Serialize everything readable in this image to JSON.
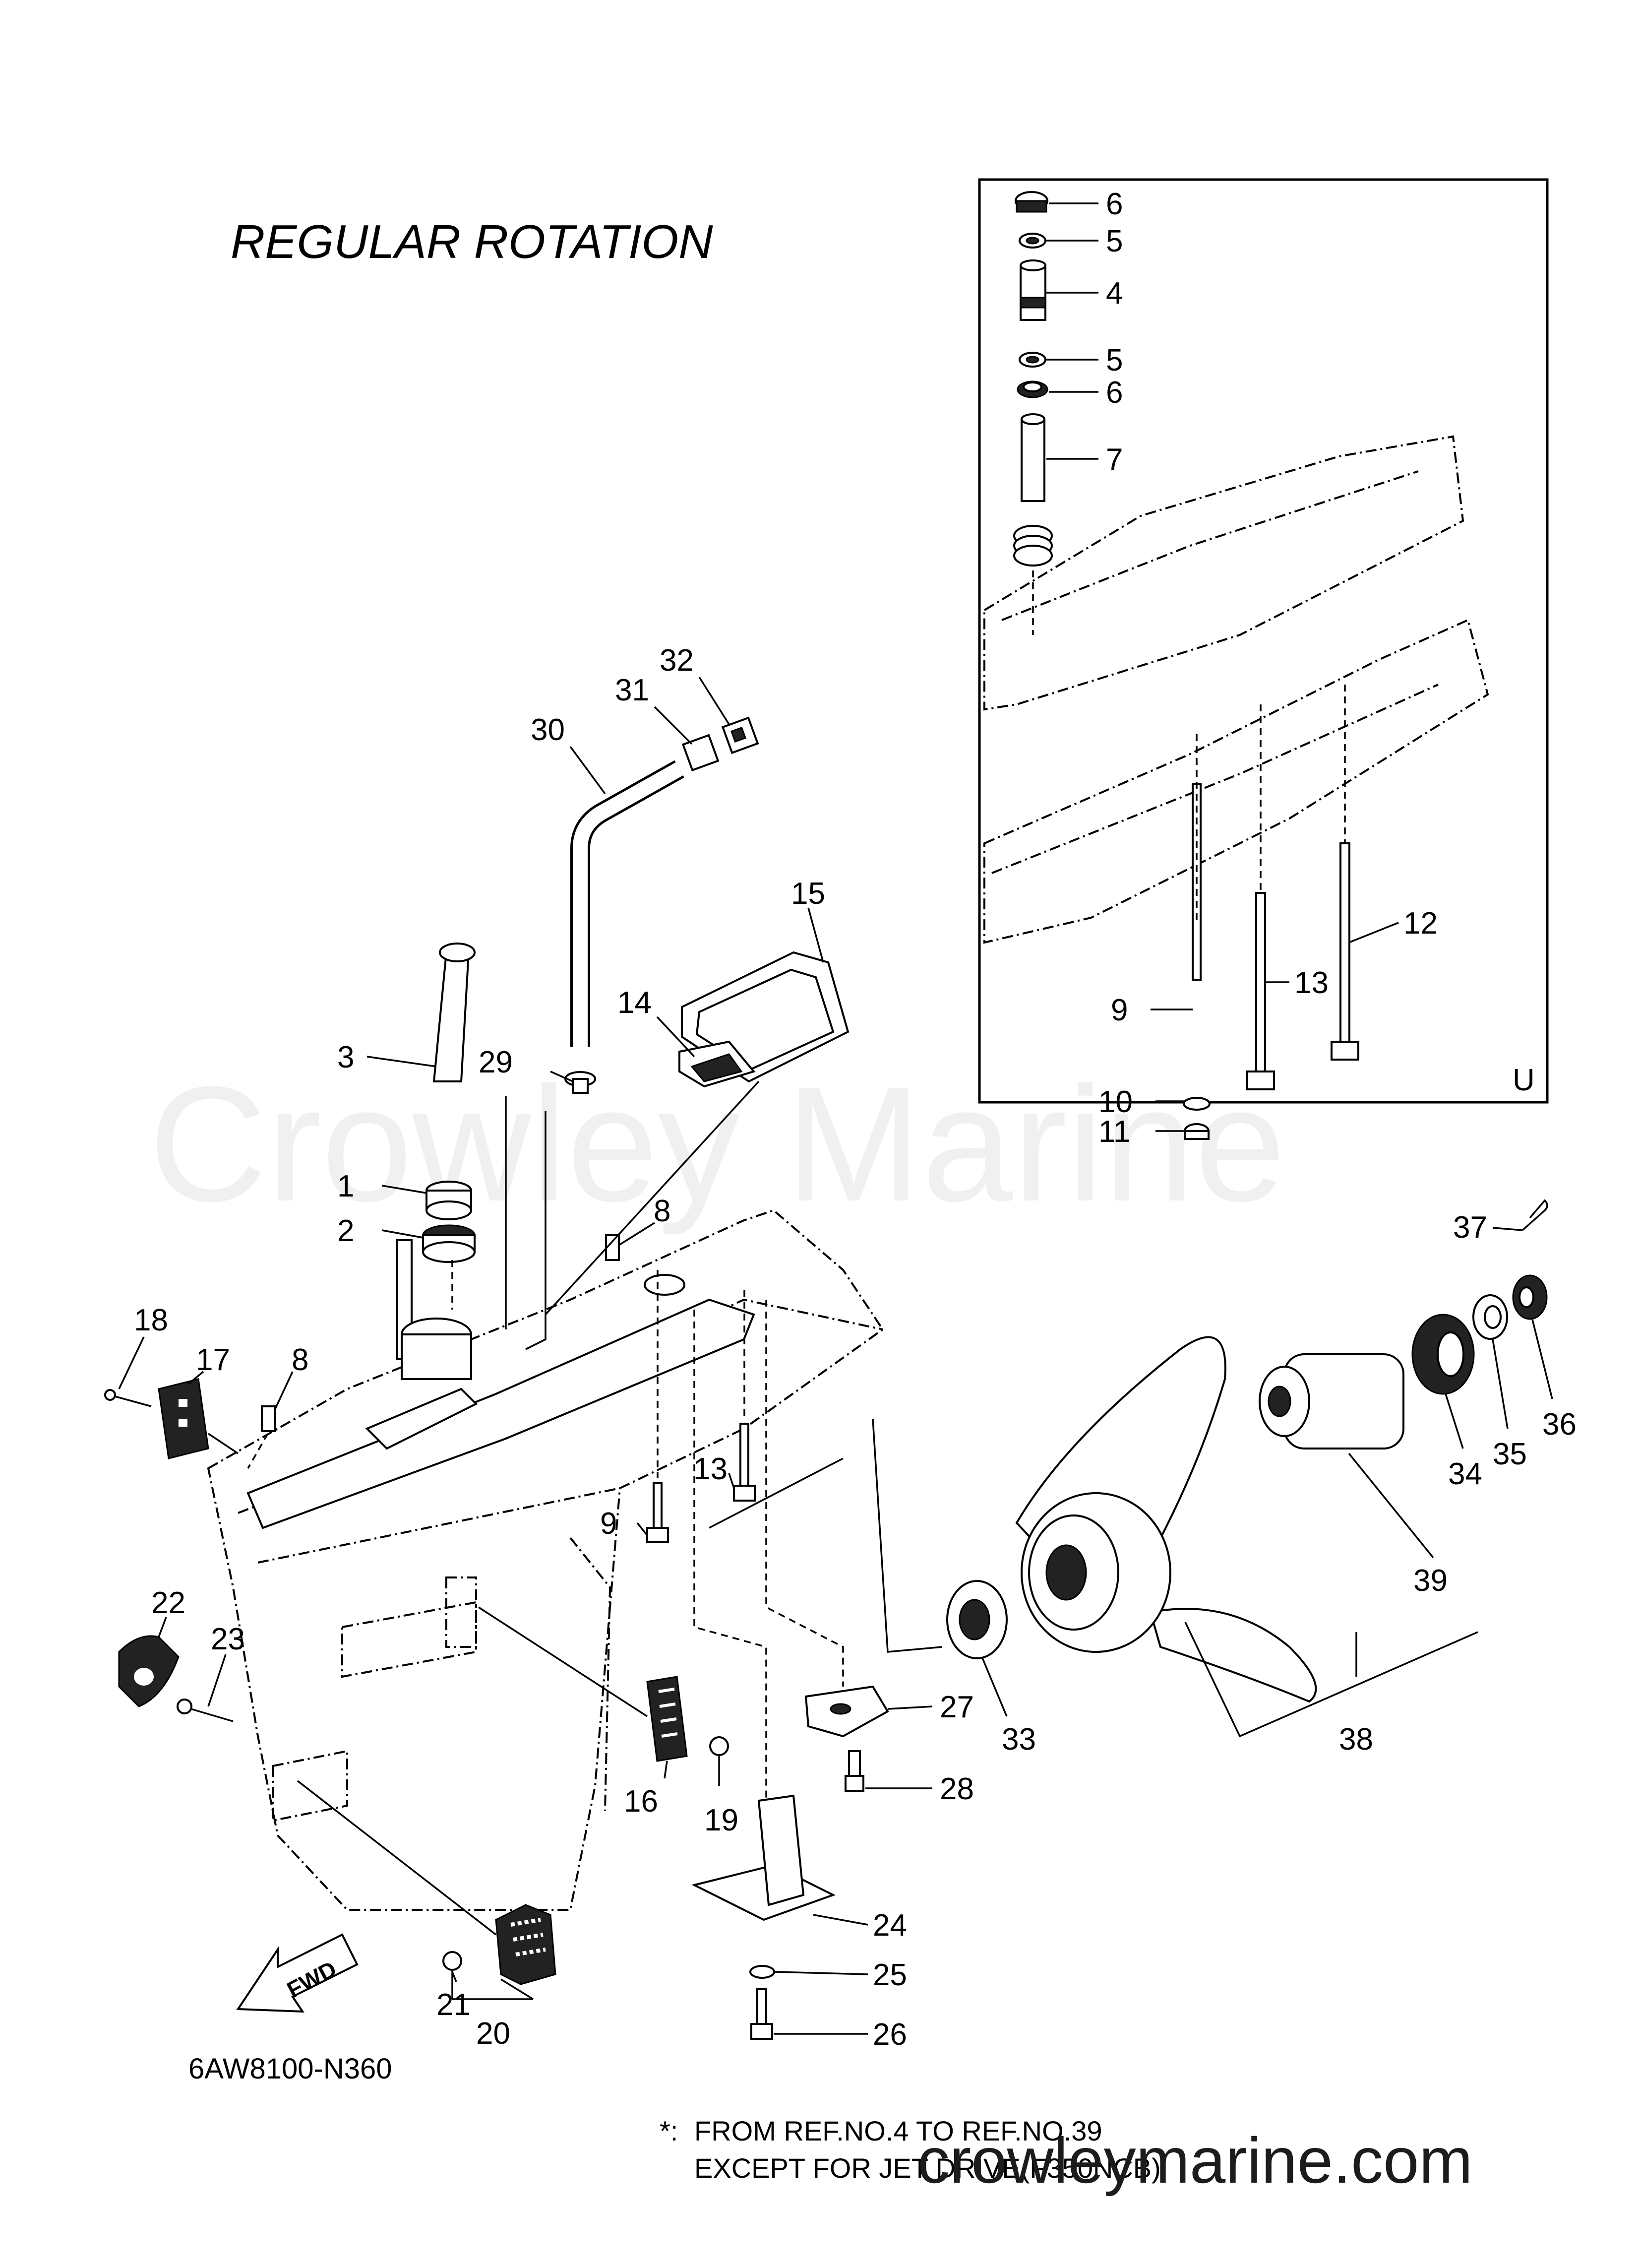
{
  "title": "REGULAR ROTATION",
  "diagram_code": "6AW8100-N360",
  "inset_tag": "U",
  "watermark": "Crowley Marine",
  "site_watermark": "crowleymarine.com",
  "footnote": {
    "marker": "*:",
    "line1": "FROM REF.NO.4 TO REF.NO.39",
    "line2": "EXCEPT FOR JET DRIVE(F350NCB)"
  },
  "fwd_label": "FWD",
  "callouts": {
    "c1": "1",
    "c2": "2",
    "c3": "3",
    "c4": "4",
    "c5a": "5",
    "c5b": "5",
    "c6a": "6",
    "c6b": "6",
    "c7": "7",
    "c8a": "8",
    "c8b": "8",
    "c9a": "9",
    "c9b": "9",
    "c10": "10",
    "c11": "11",
    "c12": "12",
    "c13a": "13",
    "c13b": "13",
    "c14": "14",
    "c15": "15",
    "c16": "16",
    "c17": "17",
    "c18": "18",
    "c19": "19",
    "c20": "20",
    "c21": "21",
    "c22": "22",
    "c23": "23",
    "c24": "24",
    "c25": "25",
    "c26": "26",
    "c27": "27",
    "c28": "28",
    "c29": "29",
    "c30": "30",
    "c31": "31",
    "c32": "32",
    "c33": "33",
    "c34": "34",
    "c35": "35",
    "c36": "36",
    "c37": "37",
    "c38": "38",
    "c39": "39"
  }
}
